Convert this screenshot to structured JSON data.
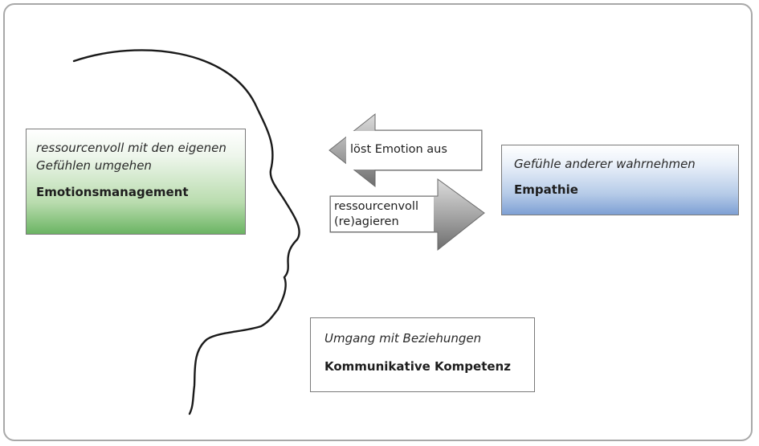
{
  "boxes": {
    "emotion_management": {
      "subtitle": "ressourcenvoll mit den eigenen Gefühlen umgehen",
      "title": "Emotionsmanagement",
      "color": "#6bb463"
    },
    "empathy": {
      "subtitle": "Gefühle anderer wahrnehmen",
      "title": "Empathie",
      "color": "#7ea0d4"
    },
    "communication": {
      "subtitle": "Umgang mit Beziehungen",
      "title": "Kommunikative Kompetenz"
    }
  },
  "arrows": {
    "left_arrow": {
      "label": "löst Emotion aus",
      "direction": "left"
    },
    "right_arrow": {
      "label_line1": "ressourcenvoll",
      "label_line2": "(re)agieren",
      "direction": "right"
    }
  },
  "decorations": {
    "head_profile": "head-profile-outline"
  }
}
